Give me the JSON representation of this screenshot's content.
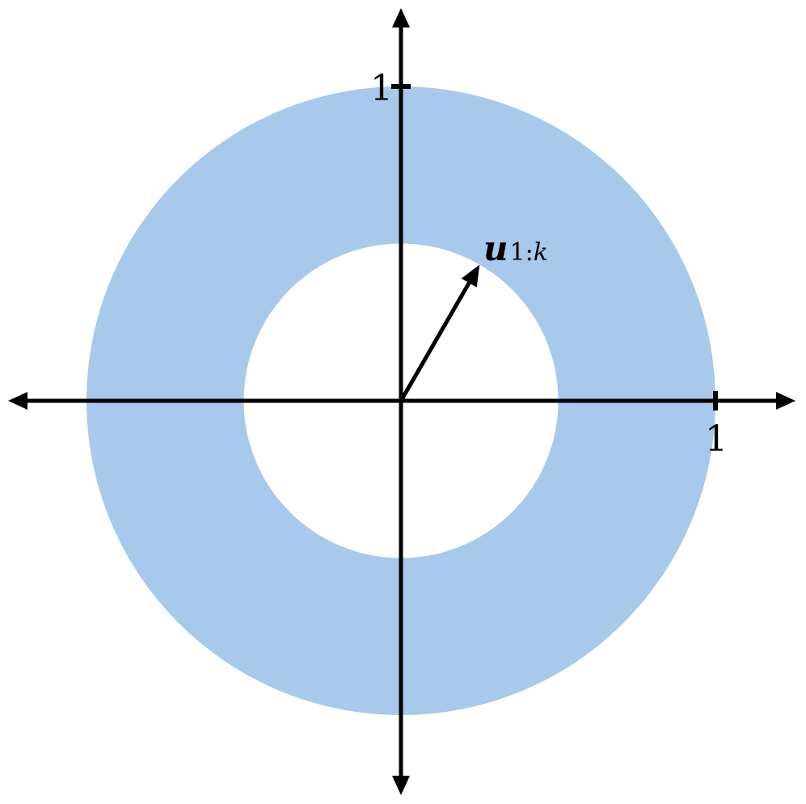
{
  "colors": {
    "annulus": "#a7c9eb",
    "axis": "#000000",
    "background": "#ffffff"
  },
  "annulus": {
    "outer_radius": 1,
    "inner_radius": 0.5
  },
  "vector": {
    "label_symbol": "u",
    "label_subscript_index": "1:",
    "label_subscript_var": "k",
    "angle_deg": 60,
    "magnitude": 0.5
  },
  "ticks": {
    "x_label": "1",
    "y_label": "1"
  }
}
